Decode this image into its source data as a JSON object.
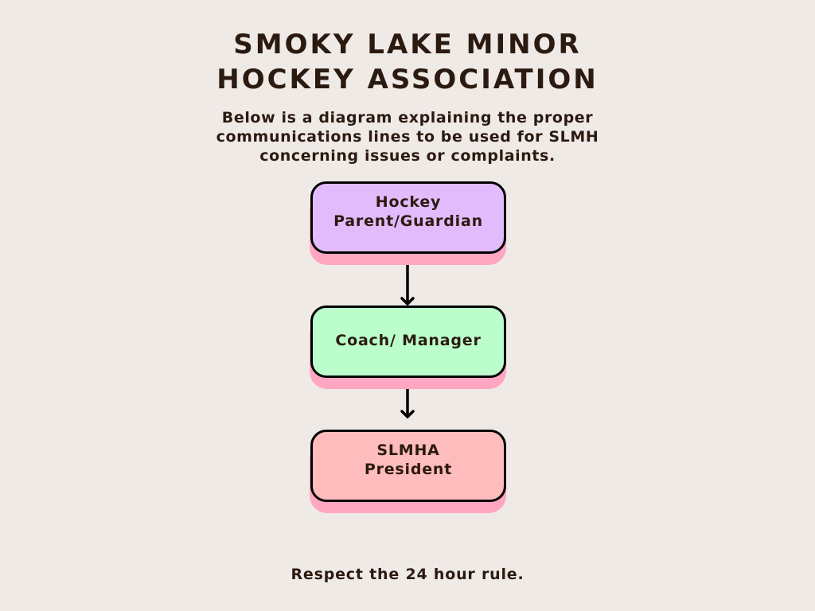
{
  "header": {
    "title_lines": [
      "SMOKY LAKE MINOR",
      "HOCKEY ASSOCIATION"
    ],
    "subtitle_lines": [
      "Below is a diagram explaining the proper",
      "communications lines to be used for SLMH",
      "concerning issues or complaints."
    ]
  },
  "flowchart": {
    "nodes": [
      {
        "lines": [
          "Hockey",
          "Parent/Guardian"
        ],
        "fill": "#e2bbfc"
      },
      {
        "lines": [
          "Coach/ Manager"
        ],
        "fill": "#bbfecb"
      },
      {
        "lines": [
          "SLMHA",
          "President"
        ],
        "fill": "#ffbcbc"
      }
    ],
    "edges": [
      {
        "from": 0,
        "to": 1,
        "direction": "down"
      },
      {
        "from": 1,
        "to": 2,
        "direction": "down"
      }
    ],
    "shadow_color": "#fea6c2",
    "border_color": "#000000"
  },
  "footer": {
    "text": "Respect the 24 hour rule."
  },
  "colors": {
    "background": "#efeae6",
    "text": "#2b1a10"
  }
}
